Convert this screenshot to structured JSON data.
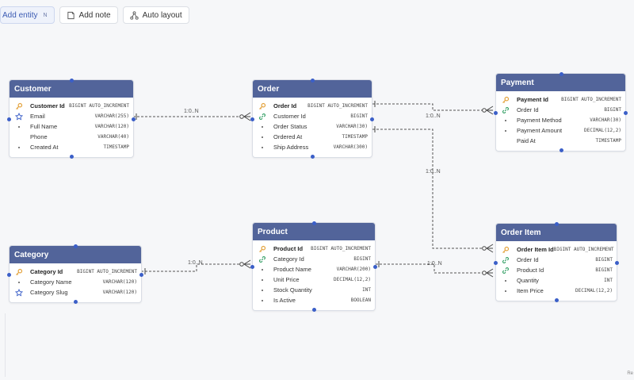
{
  "toolbar": {
    "add_entity": "Add entity",
    "add_entity_shortcut": "N",
    "add_note": "Add note",
    "auto_layout": "Auto layout"
  },
  "colors": {
    "header": "#52649a",
    "handle": "#3b5fc8",
    "line": "#555555"
  },
  "entities": {
    "customer": {
      "title": "Customer",
      "rows": [
        {
          "icon": "key-icon",
          "name": "Customer Id",
          "type": "BIGINT AUTO_INCREMENT"
        },
        {
          "icon": "star-icon",
          "name": "Email",
          "type": "VARCHAR(255)"
        },
        {
          "icon": "dot",
          "name": "Full Name",
          "type": "VARCHAR(120)"
        },
        {
          "icon": "none",
          "name": "Phone",
          "type": "VARCHAR(40)"
        },
        {
          "icon": "dot",
          "name": "Created At",
          "type": "TIMESTAMP"
        }
      ]
    },
    "order": {
      "title": "Order",
      "rows": [
        {
          "icon": "key-icon",
          "name": "Order Id",
          "type": "BIGINT AUTO_INCREMENT"
        },
        {
          "icon": "link-icon",
          "name": "Customer Id",
          "type": "BIGINT"
        },
        {
          "icon": "dot",
          "name": "Order Status",
          "type": "VARCHAR(30)"
        },
        {
          "icon": "dot",
          "name": "Ordered At",
          "type": "TIMESTAMP"
        },
        {
          "icon": "dot",
          "name": "Ship Address",
          "type": "VARCHAR(300)"
        }
      ]
    },
    "payment": {
      "title": "Payment",
      "rows": [
        {
          "icon": "key-icon",
          "name": "Payment Id",
          "type": "BIGINT AUTO_INCREMENT"
        },
        {
          "icon": "link-icon",
          "name": "Order Id",
          "type": "BIGINT"
        },
        {
          "icon": "dot",
          "name": "Payment Method",
          "type": "VARCHAR(30)"
        },
        {
          "icon": "dot",
          "name": "Payment Amount",
          "type": "DECIMAL(12,2)"
        },
        {
          "icon": "none",
          "name": "Paid At",
          "type": "TIMESTAMP"
        }
      ]
    },
    "category": {
      "title": "Category",
      "rows": [
        {
          "icon": "key-icon",
          "name": "Category Id",
          "type": "BIGINT AUTO_INCREMENT"
        },
        {
          "icon": "dot",
          "name": "Category Name",
          "type": "VARCHAR(120)"
        },
        {
          "icon": "star-icon",
          "name": "Category Slug",
          "type": "VARCHAR(120)"
        }
      ]
    },
    "product": {
      "title": "Product",
      "rows": [
        {
          "icon": "key-icon",
          "name": "Product Id",
          "type": "BIGINT AUTO_INCREMENT"
        },
        {
          "icon": "link-icon",
          "name": "Category Id",
          "type": "BIGINT"
        },
        {
          "icon": "dot",
          "name": "Product Name",
          "type": "VARCHAR(200)"
        },
        {
          "icon": "dot",
          "name": "Unit Price",
          "type": "DECIMAL(12,2)"
        },
        {
          "icon": "dot",
          "name": "Stock Quantity",
          "type": "INT"
        },
        {
          "icon": "dot",
          "name": "Is Active",
          "type": "BOOLEAN"
        }
      ]
    },
    "order_item": {
      "title": "Order Item",
      "rows": [
        {
          "icon": "key-icon",
          "name": "Order Item Id",
          "type": "BIGINT AUTO_INCREMENT"
        },
        {
          "icon": "link-icon",
          "name": "Order Id",
          "type": "BIGINT"
        },
        {
          "icon": "link-icon",
          "name": "Product Id",
          "type": "BIGINT"
        },
        {
          "icon": "dot",
          "name": "Quantity",
          "type": "INT"
        },
        {
          "icon": "dot",
          "name": "Item Price",
          "type": "DECIMAL(12,2)"
        }
      ]
    }
  },
  "relationships": [
    {
      "from": "Customer",
      "to": "Order",
      "label": "1:0..N"
    },
    {
      "from": "Order",
      "to": "Payment",
      "label": "1:0..N"
    },
    {
      "from": "Order",
      "to": "Order Item",
      "label": "1:0..N"
    },
    {
      "from": "Category",
      "to": "Product",
      "label": "1:0..N"
    },
    {
      "from": "Product",
      "to": "Order Item",
      "label": "1:0..N"
    }
  ],
  "corner_text": "Re"
}
